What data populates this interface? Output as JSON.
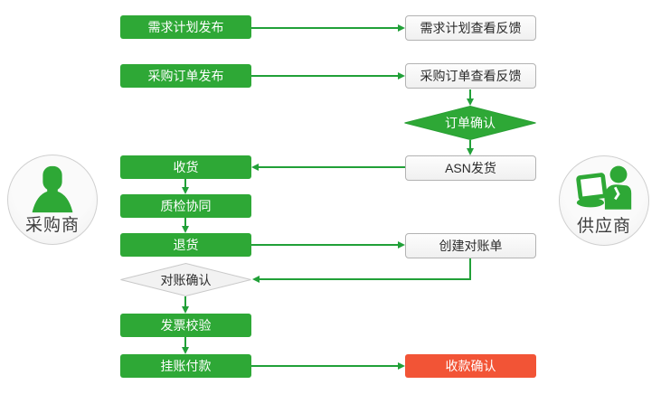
{
  "theme": {
    "green": "#2ea836",
    "line-green": "#21a038",
    "red": "#f25436",
    "gray-diamond-fill": "#f2f2f2",
    "gray-diamond-border": "#c9c9c9"
  },
  "actors": {
    "buyer": {
      "label": "采购商",
      "icon": "person-icon"
    },
    "supplier": {
      "label": "供应商",
      "icon": "person-laptop-icon"
    }
  },
  "nodes": {
    "demand_publish": {
      "label": "需求计划发布",
      "type": "process"
    },
    "po_publish": {
      "label": "采购订单发布",
      "type": "process"
    },
    "receive_goods": {
      "label": "收货",
      "type": "process"
    },
    "quality_check": {
      "label": "质检协同",
      "type": "process"
    },
    "return_goods": {
      "label": "退货",
      "type": "process"
    },
    "recon_confirm": {
      "label": "对账确认",
      "type": "decision"
    },
    "invoice_verify": {
      "label": "发票校验",
      "type": "process"
    },
    "payment": {
      "label": "挂账付款",
      "type": "process"
    },
    "demand_feedback": {
      "label": "需求计划查看反馈",
      "type": "process"
    },
    "po_feedback": {
      "label": "采购订单查看反馈",
      "type": "process"
    },
    "order_confirm": {
      "label": "订单确认",
      "type": "decision"
    },
    "asn_ship": {
      "label": "ASN发货",
      "type": "process"
    },
    "create_statement": {
      "label": "创建对账单",
      "type": "process"
    },
    "receipt_confirm": {
      "label": "收款确认",
      "type": "terminal"
    }
  }
}
